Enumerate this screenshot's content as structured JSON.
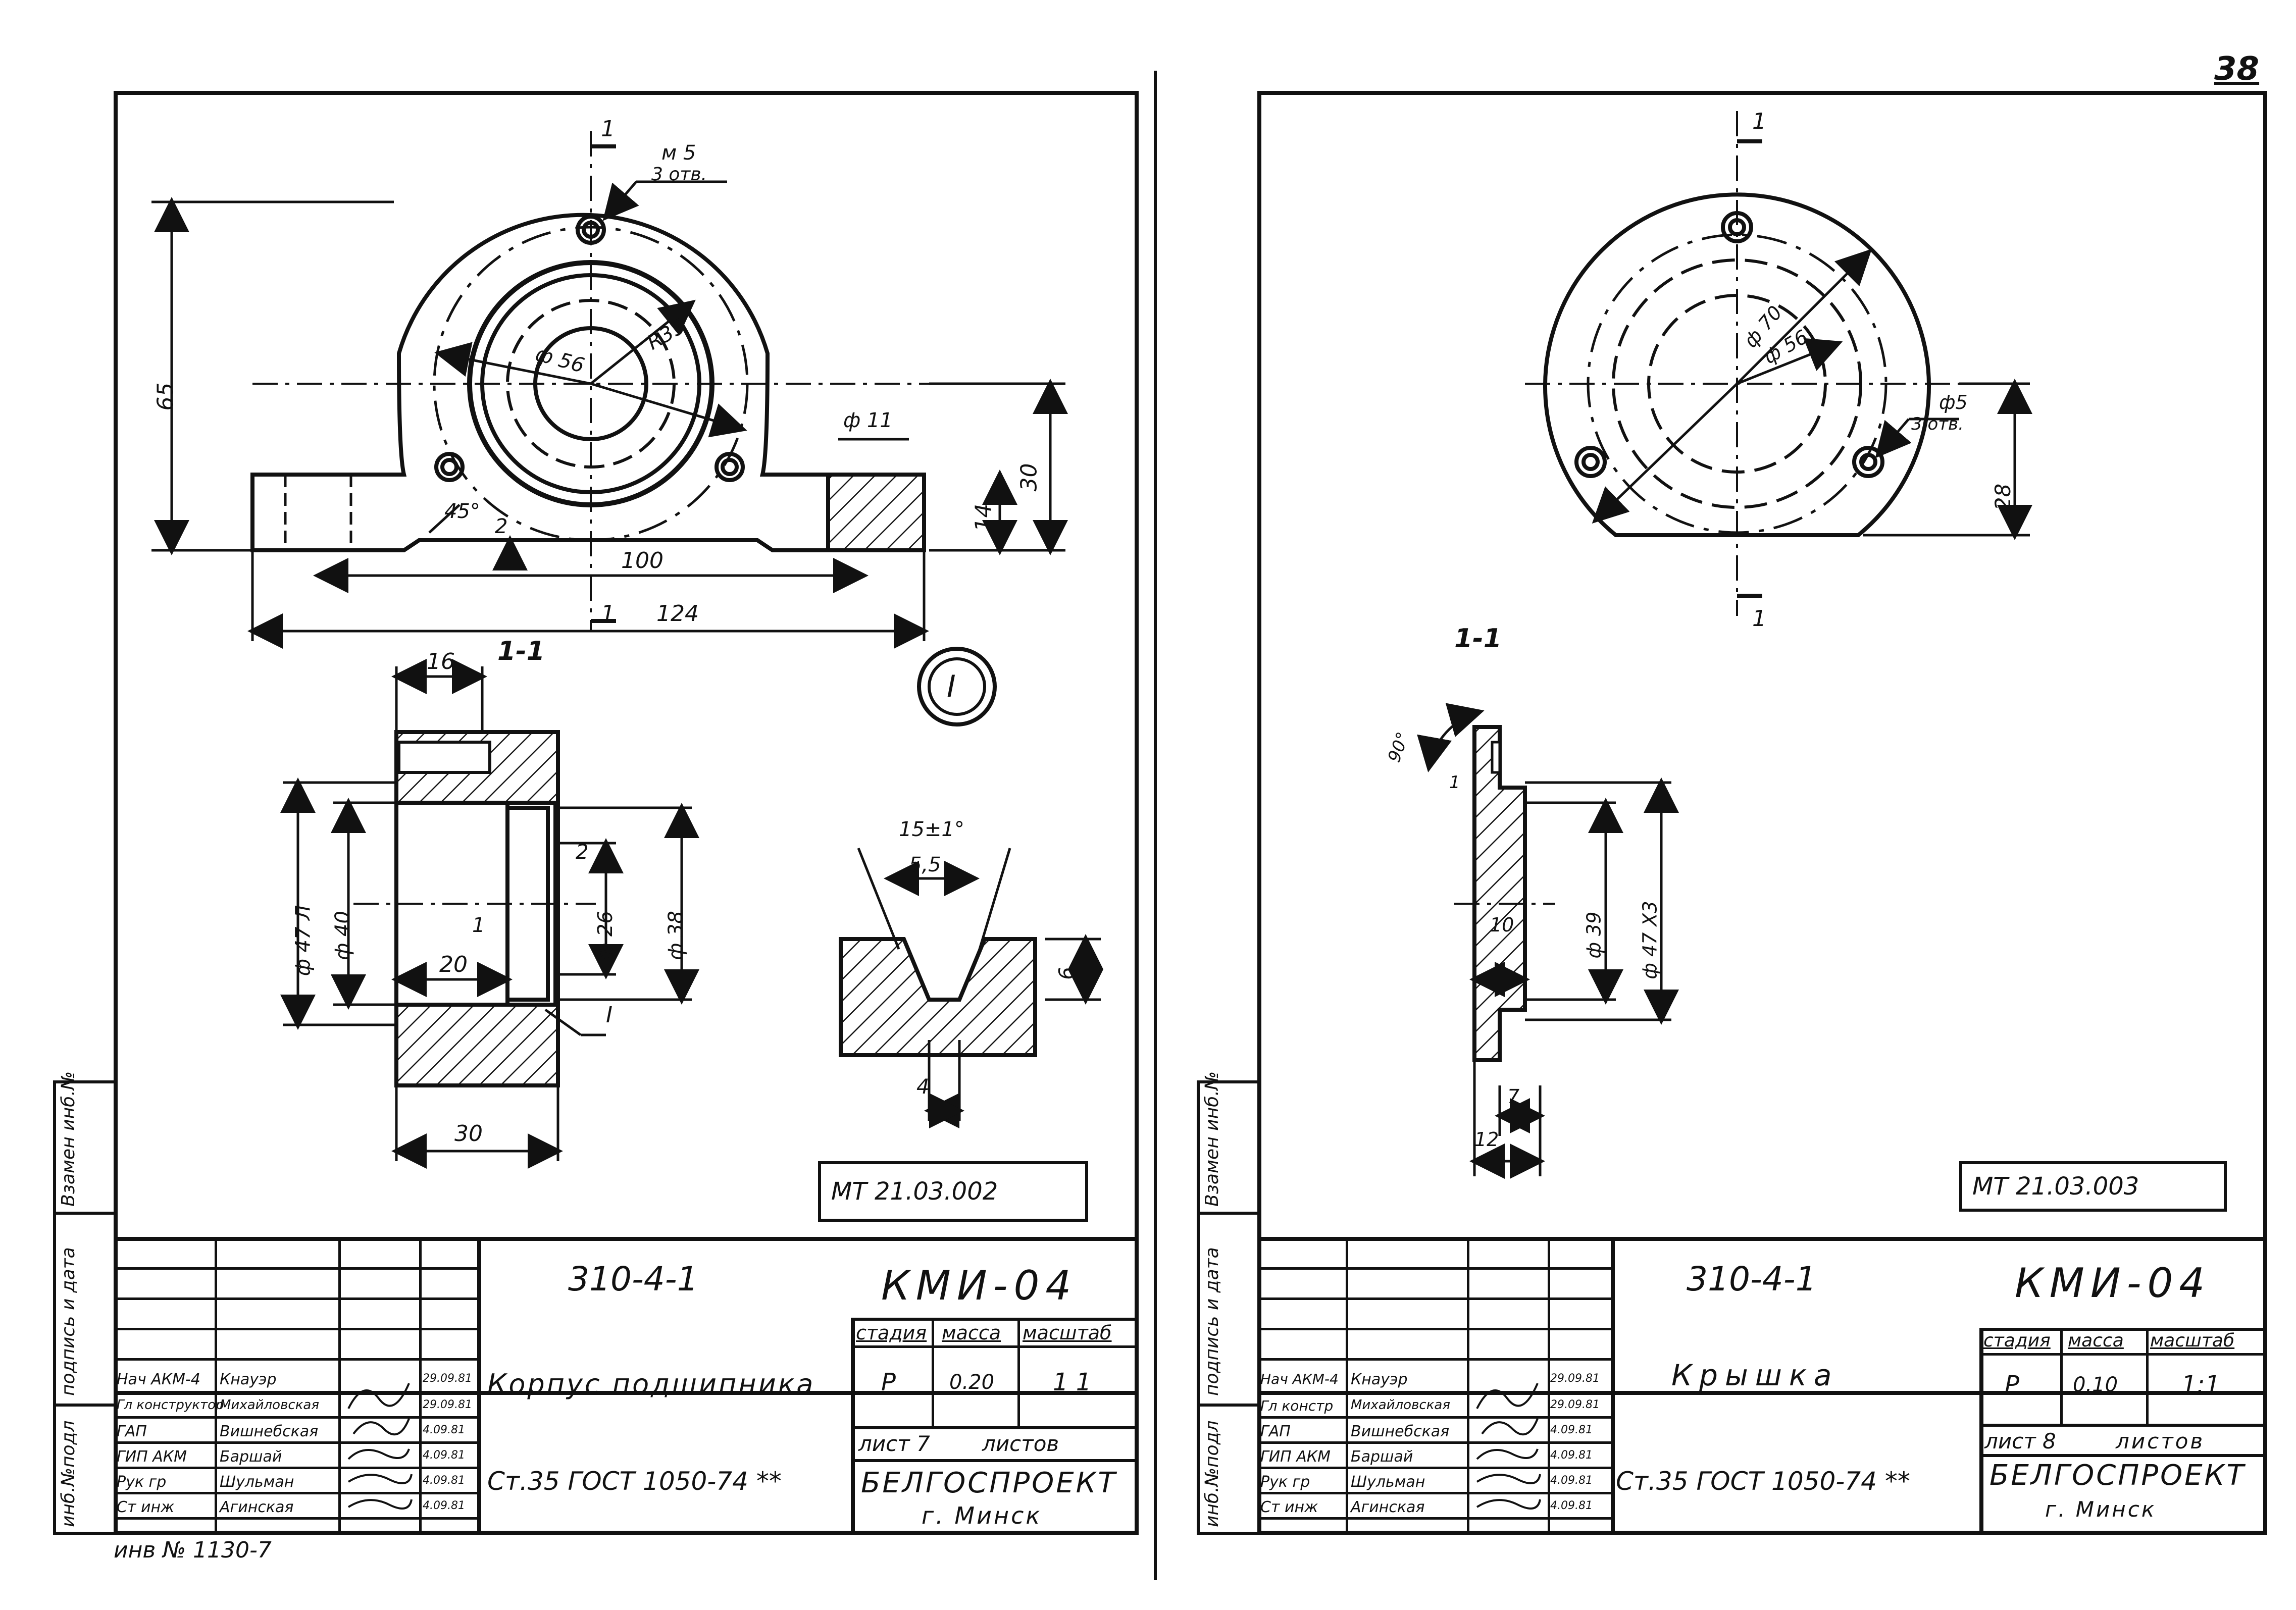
{
  "page_number": "38",
  "inventory_note": "инв № 1130-7",
  "side_labels": [
    "инб.№подл",
    "подпись и дата",
    "Взамен инб.№"
  ],
  "left_sheet": {
    "doc_code": "МТ 21.03.002",
    "project": "310-4-1",
    "series": "КМИ-04",
    "title": "Корпус подшипника",
    "material": "Ст.35 ГОСТ 1050-74 **",
    "org": "БЕЛГОСПРОЕКТ",
    "city": "г. Минск",
    "headers": {
      "stage": "стадия",
      "mass": "масса",
      "scale": "масштаб"
    },
    "stage": "Р",
    "mass": "0.20",
    "scale": "1 1",
    "sheet": "лист 7",
    "sheets": "листов",
    "staff": [
      {
        "role": "Нач АКМ-4",
        "name": "Кнауэр",
        "date": "29.09.81"
      },
      {
        "role": "Гл конструктор",
        "name": "Михайловская",
        "date": "29.09.81"
      },
      {
        "role": "ГАП",
        "name": "Вишнебская",
        "date": "4.09.81"
      },
      {
        "role": "ГИП АКМ",
        "name": "Баршай",
        "date": "4.09.81"
      },
      {
        "role": "Рук гр",
        "name": "Шульман",
        "date": "4.09.81"
      },
      {
        "role": "Ст инж",
        "name": "Агинская",
        "date": "4.09.81"
      }
    ],
    "dims": {
      "h65": "65",
      "h30": "30",
      "h14": "14",
      "w100": "100",
      "w124": "124",
      "m5": "м 5",
      "holes3": "3 отв.",
      "d56": "ф 56",
      "r35": "R35",
      "d11": "ф 11",
      "a45": "45°",
      "g2": "2",
      "sec_mark": "1",
      "sec_title": "1-1",
      "w16": "16",
      "d47": "ф 47 Л",
      "d40": "ф 40",
      "d26": "ф 26",
      "d38": "ф 38",
      "w20": "20",
      "w30": "30",
      "s1": "1",
      "s2": "2",
      "view_I": "I",
      "ang": "15±1°",
      "w55": "5,5",
      "h6": "6",
      "w4": "4"
    }
  },
  "right_sheet": {
    "doc_code": "МТ 21.03.003",
    "project": "310-4-1",
    "series": "КМИ-04",
    "title": "Крышка",
    "material": "Ст.35 ГОСТ 1050-74 **",
    "org": "БЕЛГОСПРОЕКТ",
    "city": "г. Минск",
    "headers": {
      "stage": "стадия",
      "mass": "масса",
      "scale": "масштаб"
    },
    "stage": "Р",
    "mass": "0.10",
    "scale": "1:1",
    "sheet": "лист 8",
    "sheets": "листов",
    "staff": [
      {
        "role": "Нач АКМ-4",
        "name": "Кнауэр",
        "date": "29.09.81"
      },
      {
        "role": "Гл констр",
        "name": "Михайловская",
        "date": "29.09.81"
      },
      {
        "role": "ГАП",
        "name": "Вишнебская",
        "date": "4.09.81"
      },
      {
        "role": "ГИП АКМ",
        "name": "Баршай",
        "date": "4.09.81"
      },
      {
        "role": "Рук гр",
        "name": "Шульман",
        "date": "4.09.81"
      },
      {
        "role": "Ст инж",
        "name": "Агинская",
        "date": "4.09.81"
      }
    ],
    "dims": {
      "d70": "ф 70",
      "d56": "ф 56",
      "d5": "ф5",
      "holes3": "3 отв.",
      "h28": "28",
      "sec_mark": "1",
      "sec_title": "1-1",
      "a90": "90°",
      "g1": "1",
      "w10": "10",
      "d39": "ф 39",
      "d47": "ф 47 Х3",
      "w7": "7",
      "w12": "12"
    }
  }
}
